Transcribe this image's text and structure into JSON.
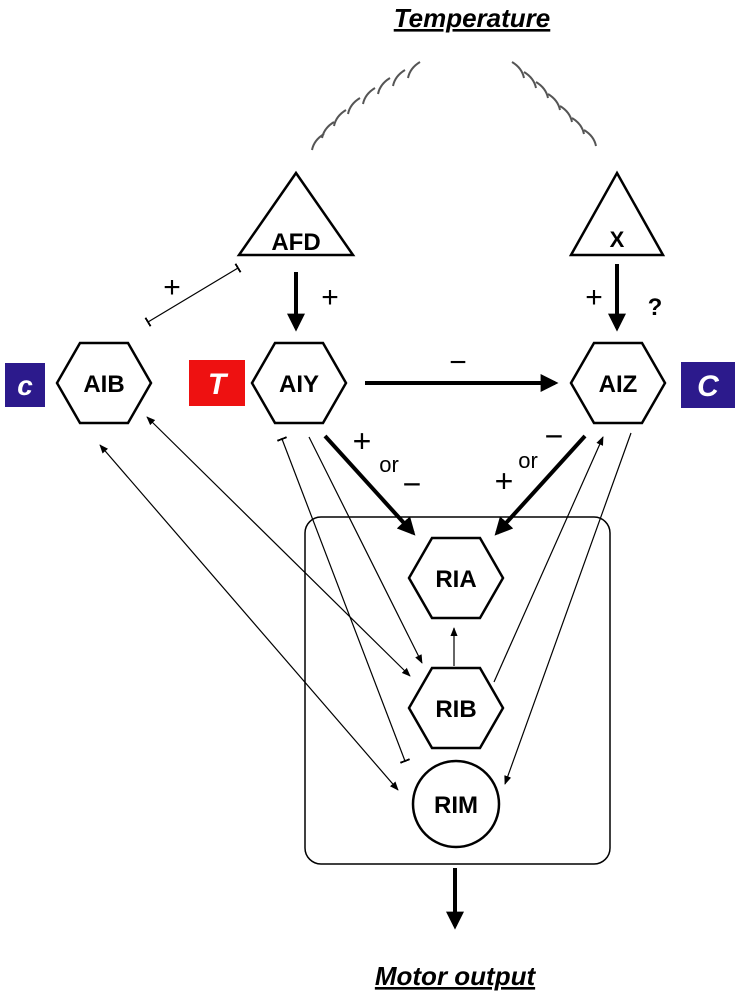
{
  "labels": {
    "temperature": "Temperature",
    "motor_output": "Motor output",
    "afd": "AFD",
    "x": "X",
    "aib": "AIB",
    "aiy": "AIY",
    "aiz": "AIZ",
    "ria": "RIA",
    "rib": "RIB",
    "rim": "RIM",
    "question": "?"
  },
  "badges": {
    "aib_badge": {
      "text": "c",
      "color": "#2c1a8c"
    },
    "aiy_badge": {
      "text": "T",
      "color": "#ee1111"
    },
    "aiz_badge": {
      "text": "C",
      "color": "#2c1a8c"
    }
  },
  "signs": {
    "afd_aib": "+",
    "afd_aiy": "+",
    "x_aiz": "+",
    "aiy_aiz": "−",
    "aiy_ria_plus": "+",
    "aiy_ria_or": "or",
    "aiy_ria_minus": "−",
    "aiz_ria_minus": "−",
    "aiz_ria_or": "or",
    "aiz_ria_plus": "+"
  }
}
